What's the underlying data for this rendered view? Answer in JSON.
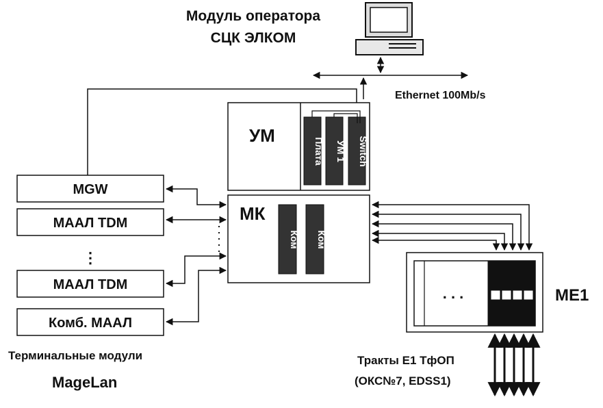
{
  "operator": {
    "title_line1": "Модуль оператора",
    "title_line2": "СЦК ЭЛКОМ",
    "pc_icon": "desktop-computer-icon"
  },
  "network": {
    "ethernet_label": "Ethernet 100Mb/s"
  },
  "um": {
    "label": "УМ",
    "cards": [
      "Плата",
      "УМ 1",
      "Switch"
    ]
  },
  "mk": {
    "label": "МК",
    "cards": [
      "Ком",
      "Ком"
    ]
  },
  "terminals": {
    "modules": [
      "MGW",
      "МААЛ TDM",
      "МААЛ TDM",
      "Комб. МААЛ"
    ],
    "dots": "⋮",
    "caption_line1": "Терминальные модули",
    "caption_line2": "MageLan"
  },
  "me1": {
    "label": "МЕ1",
    "dots": ". . .",
    "caption_line1": "Тракты Е1 ТфОП",
    "caption_line2": "(ОКС№7, EDSS1)"
  }
}
